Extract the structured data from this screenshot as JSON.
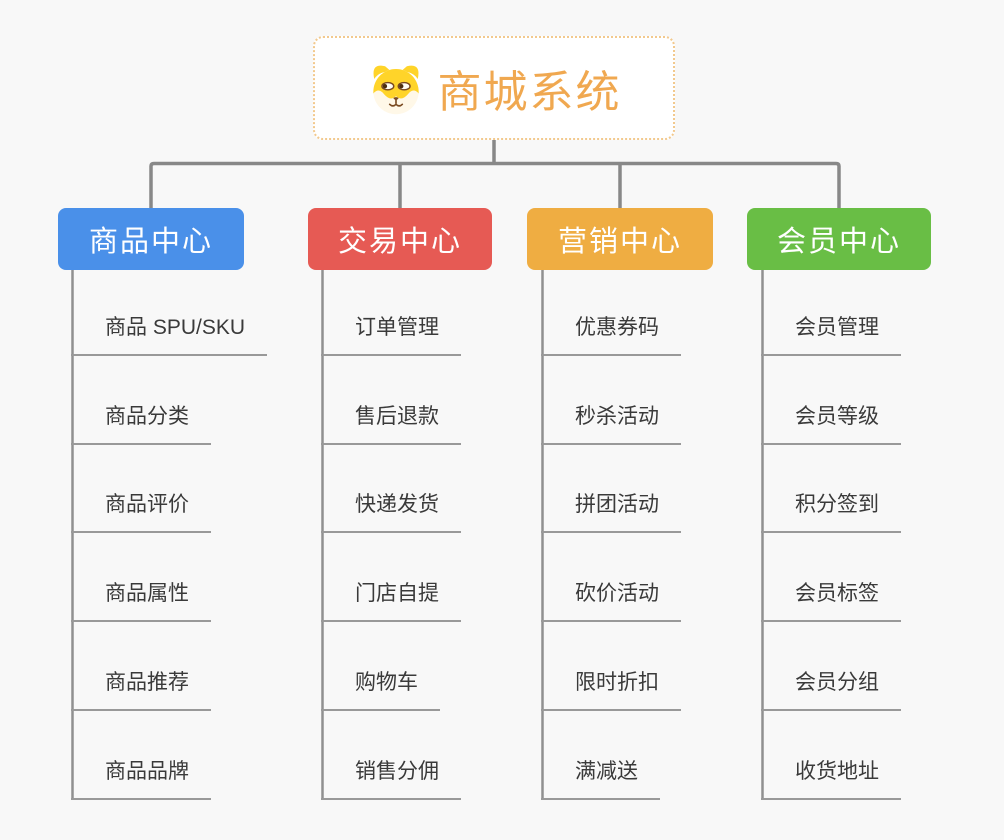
{
  "root": {
    "title": "商城系统",
    "icon": "dog-face-icon",
    "title_color": "#F0A850",
    "border_color": "#F2C98E",
    "background": "#ffffff"
  },
  "branches": [
    {
      "label": "商品中心",
      "color": "#4A90E9",
      "items": [
        "商品 SPU/SKU",
        "商品分类",
        "商品评价",
        "商品属性",
        "商品推荐",
        "商品品牌"
      ]
    },
    {
      "label": "交易中心",
      "color": "#E65A54",
      "items": [
        "订单管理",
        "售后退款",
        "快递发货",
        "门店自提",
        "购物车",
        "销售分佣"
      ]
    },
    {
      "label": "营销中心",
      "color": "#EFAD42",
      "items": [
        "优惠券码",
        "秒杀活动",
        "拼团活动",
        "砍价活动",
        "限时折扣",
        "满减送"
      ]
    },
    {
      "label": "会员中心",
      "color": "#69BE45",
      "items": [
        "会员管理",
        "会员等级",
        "积分签到",
        "会员标签",
        "会员分组",
        "收货地址"
      ]
    }
  ],
  "colors": {
    "background": "#f8f8f8",
    "connector_line": "#888888",
    "spine_line": "#909090",
    "underline": "#999999",
    "item_text": "#3a3a3a",
    "dog_yellow": "#FFD429",
    "dog_cream": "#FFF8E8",
    "dog_brown": "#7A4A20"
  }
}
